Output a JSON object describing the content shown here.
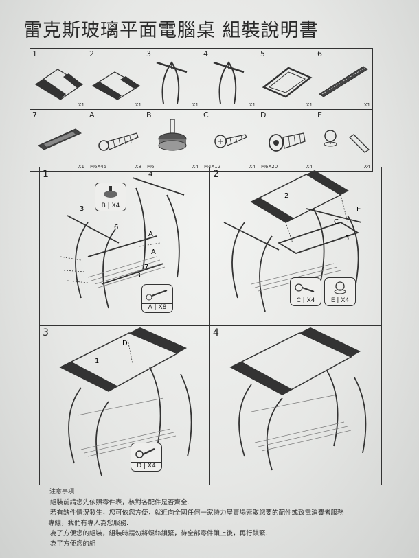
{
  "title": "雷克斯玻璃平面電腦桌  組裝說明書",
  "parts": [
    {
      "num": "1",
      "qty": "X1",
      "spec": ""
    },
    {
      "num": "2",
      "qty": "X1",
      "spec": ""
    },
    {
      "num": "3",
      "qty": "X1",
      "spec": ""
    },
    {
      "num": "4",
      "qty": "X1",
      "spec": ""
    },
    {
      "num": "5",
      "qty": "X1",
      "spec": ""
    },
    {
      "num": "6",
      "qty": "X1",
      "spec": ""
    },
    {
      "num": "7",
      "qty": "X1",
      "spec": ""
    },
    {
      "num": "A",
      "qty": "X8",
      "spec": "M6X45"
    },
    {
      "num": "B",
      "qty": "X4",
      "spec": "M6"
    },
    {
      "num": "C",
      "qty": "X4",
      "spec": "M4X12"
    },
    {
      "num": "D",
      "qty": "X4",
      "spec": "M6X20"
    },
    {
      "num": "E",
      "qty": "X4",
      "spec": ""
    }
  ],
  "steps": [
    {
      "num": "1",
      "labels": {
        "l3": "3",
        "l4": "4",
        "l6": "6",
        "la1": "A",
        "la2": "A",
        "l7": "7",
        "lb": "B"
      },
      "badges": [
        {
          "label": "B | X4"
        },
        {
          "label": "A | X8"
        }
      ]
    },
    {
      "num": "2",
      "labels": {
        "l2": "2",
        "le": "E",
        "lc": "C",
        "l5": "5"
      },
      "badges": [
        {
          "label": "C | X4"
        },
        {
          "label": "E | X4"
        }
      ]
    },
    {
      "num": "3",
      "labels": {
        "l1": "1",
        "ld": "D"
      },
      "badges": [
        {
          "label": "D | X4"
        }
      ]
    },
    {
      "num": "4",
      "labels": {},
      "badges": []
    }
  ],
  "notes": {
    "heading": "注意事項",
    "lines": [
      "·組裝前請您先依照零件表，核對各配件是否齊全.",
      "·若有缺件情況發生，您可依您方便，就近向全國任何一家特力屋賣場索取您要的配件或致電消費者服務",
      "  專線，我們有專人為您服務.",
      "·為了方便您的組裝，組裝時請勿將螺絲鎖緊，待全部零件鎖上後，再行鎖緊.",
      "·為了方便您的組"
    ]
  }
}
